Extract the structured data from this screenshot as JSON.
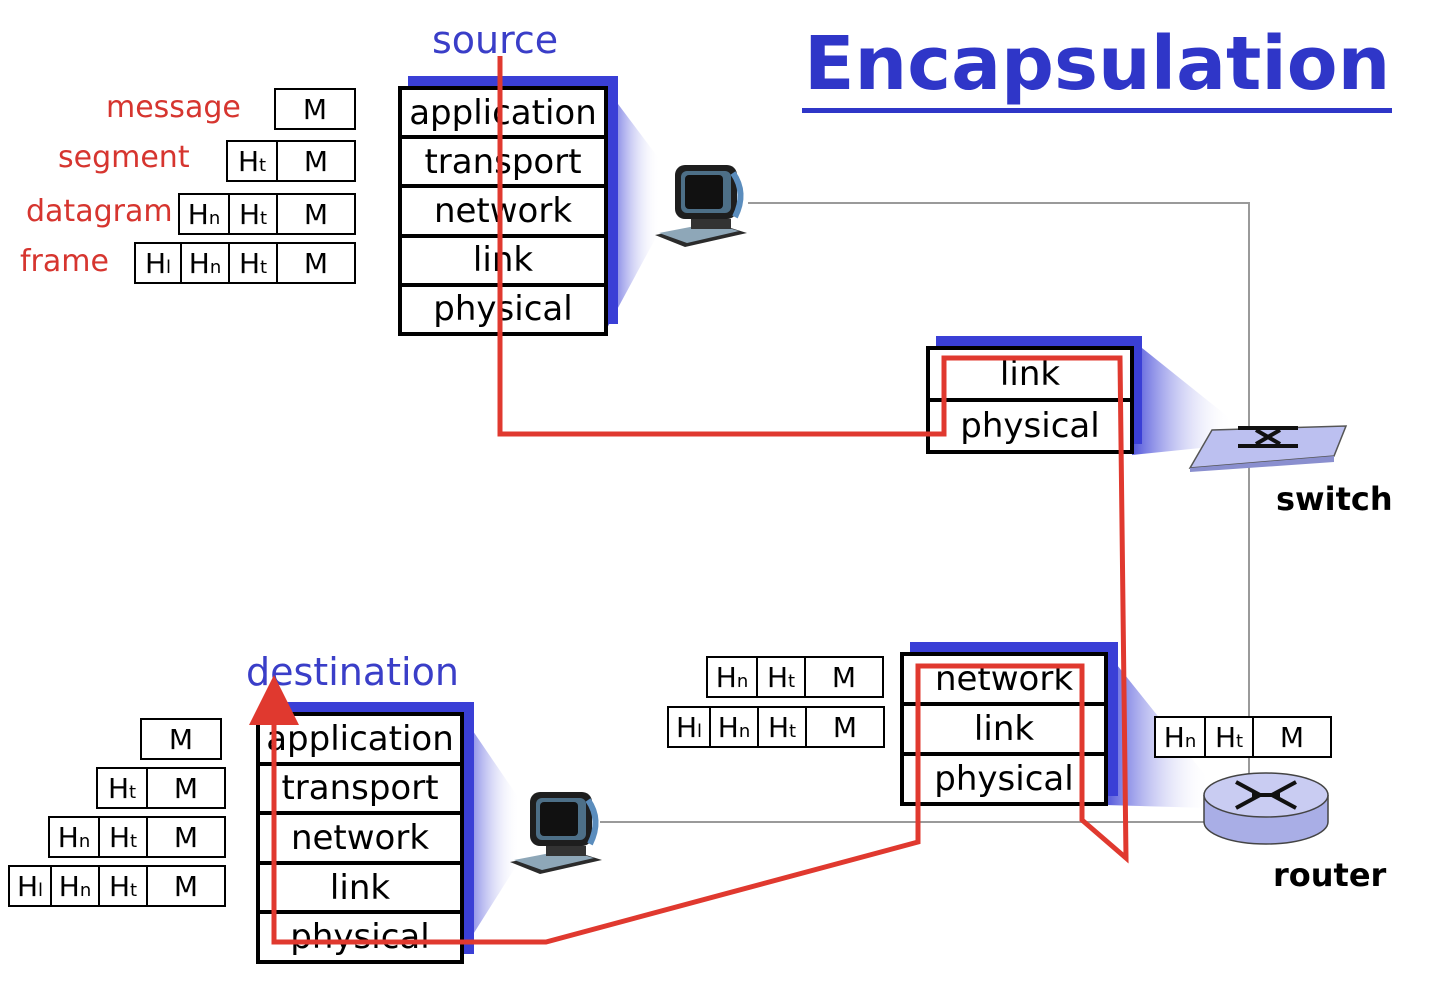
{
  "title": "Encapsulation",
  "source_label": "source",
  "destination_label": "destination",
  "switch_label": "switch",
  "router_label": "router",
  "pdu_names": {
    "message": "message",
    "segment": "segment",
    "datagram": "datagram",
    "frame": "frame"
  },
  "headers": {
    "message": "M",
    "transport": "H",
    "transport_sub": "t",
    "network": "H",
    "network_sub": "n",
    "link": "H",
    "link_sub": "l"
  },
  "source_stack": [
    "application",
    "transport",
    "network",
    "link",
    "physical"
  ],
  "destination_stack": [
    "application",
    "transport",
    "network",
    "link",
    "physical"
  ],
  "switch_stack": [
    "link",
    "physical"
  ],
  "router_stack": [
    "network",
    "link",
    "physical"
  ],
  "colors": {
    "title": "#2f36c8",
    "pdu_labels": "#d6352f",
    "path": "#e0392f",
    "stack_shadow": "#3a3fd6"
  }
}
